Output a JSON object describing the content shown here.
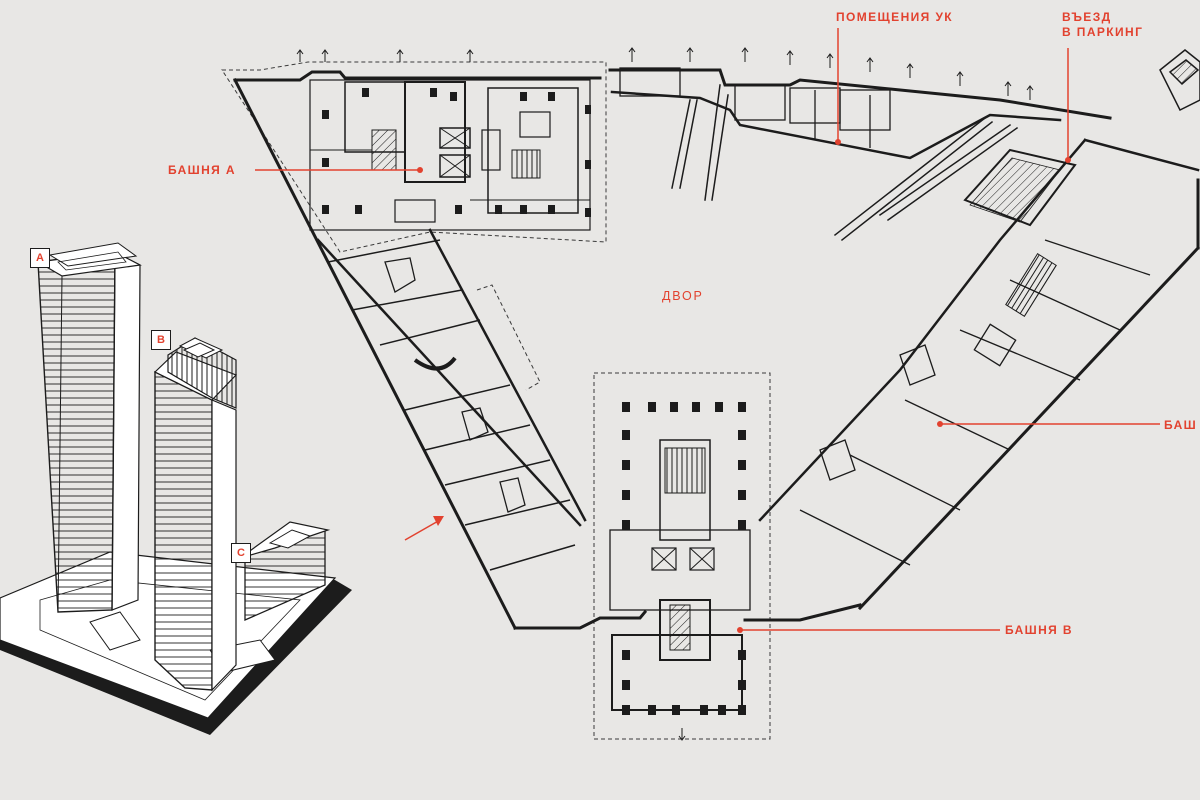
{
  "colors": {
    "background": "#e8e7e5",
    "accent": "#e2422f",
    "ink": "#1c1c1c",
    "paper": "#ffffff"
  },
  "plan": {
    "courtyard": "ДВОР",
    "labels": {
      "tower_a": "БАШНЯ А",
      "tower_b": "БАШНЯ В",
      "tower_c": "БАШ",
      "management": "ПОМЕЩЕНИЯ УК",
      "parking_line1": "ВЪЕЗД",
      "parking_line2": "В ПАРКИНГ"
    }
  },
  "axonometry": {
    "tags": {
      "a": "A",
      "b": "B",
      "c": "C"
    }
  }
}
